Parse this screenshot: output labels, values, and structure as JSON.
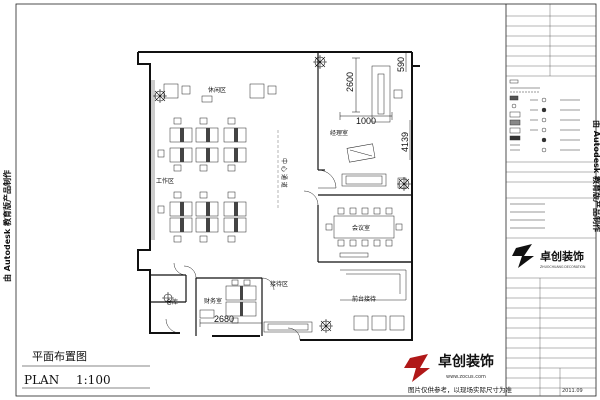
{
  "watermark": "由 Autodesk 教育版产品制作",
  "rooms": {
    "lounge": "休闲区",
    "work": "工作区",
    "manager": "经理室",
    "meeting": "会议室",
    "reception": "接待区",
    "front_desk": "前台接待",
    "finance": "财务室",
    "storage": "仓库",
    "corridor": "中 心 通 道"
  },
  "dimensions": {
    "d2600": "2600",
    "d1000": "1000",
    "d590": "590",
    "d4139": "4139",
    "d2680": "2680"
  },
  "drawing_title": {
    "cn": "平面布置图",
    "en": "PLAN",
    "scale": "1:100"
  },
  "company": {
    "name": "卓创装饰",
    "url": "www.zocus.com",
    "pinyin": "ZHUOCHUANG DECORATION"
  },
  "footer_note": "图片仅供参考，以现场实际尺寸为准",
  "date": "2011.09"
}
